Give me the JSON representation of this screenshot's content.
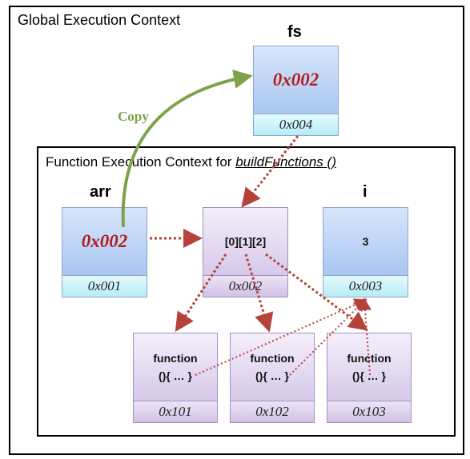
{
  "global_context": {
    "title": "Global Execution Context"
  },
  "function_context": {
    "title_prefix": "Function Execution Context for ",
    "function_name": "buildFunctions  ()"
  },
  "variables": {
    "fs": {
      "label": "fs",
      "value": "0x002",
      "address": "0x004"
    },
    "arr": {
      "label": "arr",
      "value": "0x002",
      "address": "0x001"
    },
    "i": {
      "label": "i",
      "value": "3",
      "address": "0x003"
    }
  },
  "array_object": {
    "value": "[0][1][2]",
    "address": "0x002"
  },
  "functions": [
    {
      "line1": "function",
      "line2": "(){ … }",
      "address": "0x101"
    },
    {
      "line1": "function",
      "line2": "(){ … }",
      "address": "0x102"
    },
    {
      "line1": "function",
      "line2": "(){ … }",
      "address": "0x103"
    }
  ],
  "copy_arrow": {
    "label": "Copy",
    "color": "#7da24a"
  },
  "colors": {
    "reference_value": "#b41c1c",
    "pointer_arrow": "#b5433b"
  }
}
